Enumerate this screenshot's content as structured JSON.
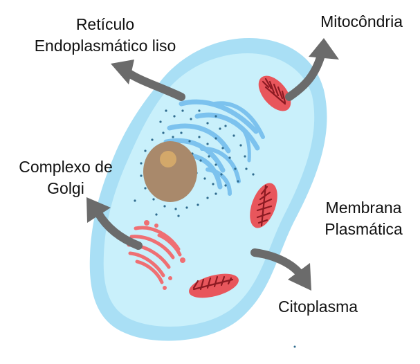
{
  "labels": {
    "smooth_er": {
      "line1": "Retículo",
      "line2": "Endoplasmático liso"
    },
    "mitochondria": {
      "line1": "Mitocôndria"
    },
    "golgi": {
      "line1": "Complexo de",
      "line2": "Golgi"
    },
    "membrane": {
      "line1": "Membrana",
      "line2": "Plasmática"
    },
    "cytoplasm": {
      "line1": "Citoplasma"
    }
  },
  "colors": {
    "membrane": "#a9dff5",
    "cytoplasm": "#c9f0fb",
    "nucleus": "#a9896b",
    "nucleolus": "#d3a86a",
    "er": "#7cc2ee",
    "er_dots": "#2f6b8e",
    "golgi": "#ef6f73",
    "mito_outer": "#e8565c",
    "mito_inner": "#8c1a22",
    "arrow": "#6b6b6b"
  }
}
